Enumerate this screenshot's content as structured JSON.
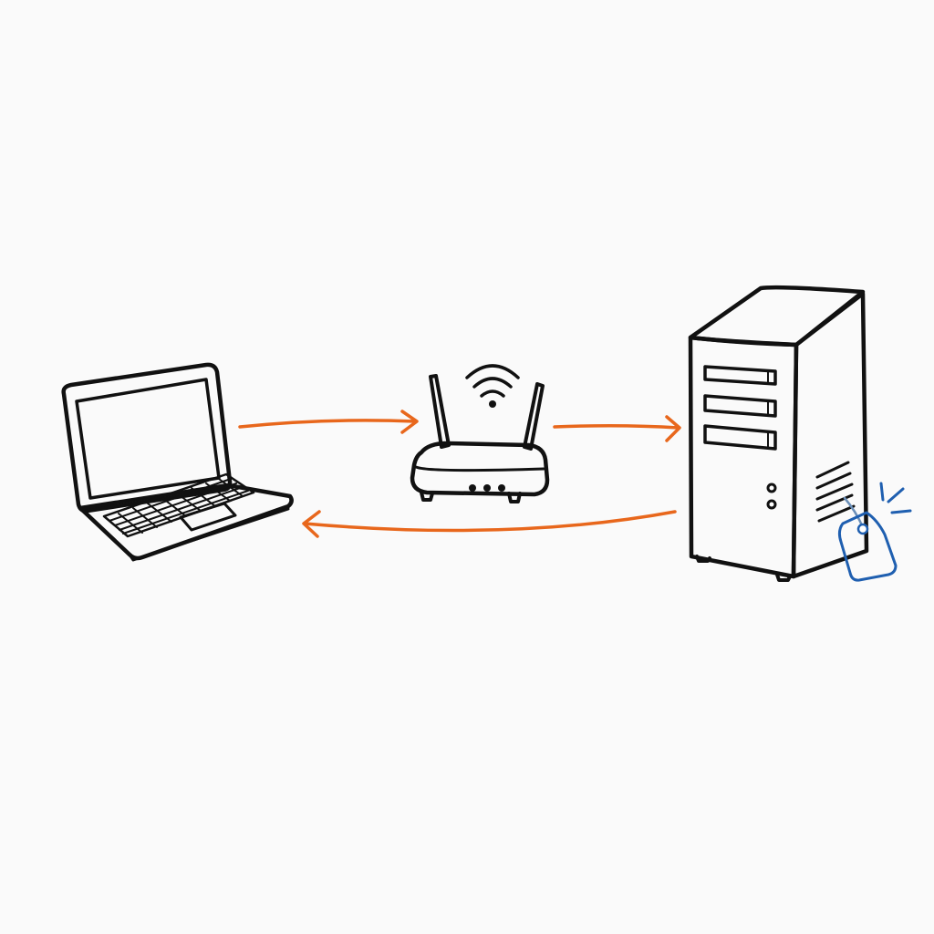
{
  "diagram": {
    "nodes": [
      {
        "id": "laptop",
        "icon": "laptop-icon"
      },
      {
        "id": "router",
        "icon": "wifi-router-icon"
      },
      {
        "id": "server",
        "icon": "server-tower-icon"
      },
      {
        "id": "price-tag",
        "icon": "price-tag-icon",
        "attached_to": "server"
      }
    ],
    "edges": [
      {
        "from": "laptop",
        "to": "router",
        "style": "arrow"
      },
      {
        "from": "router",
        "to": "server",
        "style": "arrow"
      },
      {
        "from": "server",
        "to": "laptop",
        "style": "arrow"
      }
    ],
    "colors": {
      "background": "#fafafa",
      "ink": "#111111",
      "arrow": "#e8671c",
      "tag_fill": "#a9cdf5",
      "tag_stroke": "#1f5fb0",
      "device_fill": "#ffffff"
    }
  }
}
